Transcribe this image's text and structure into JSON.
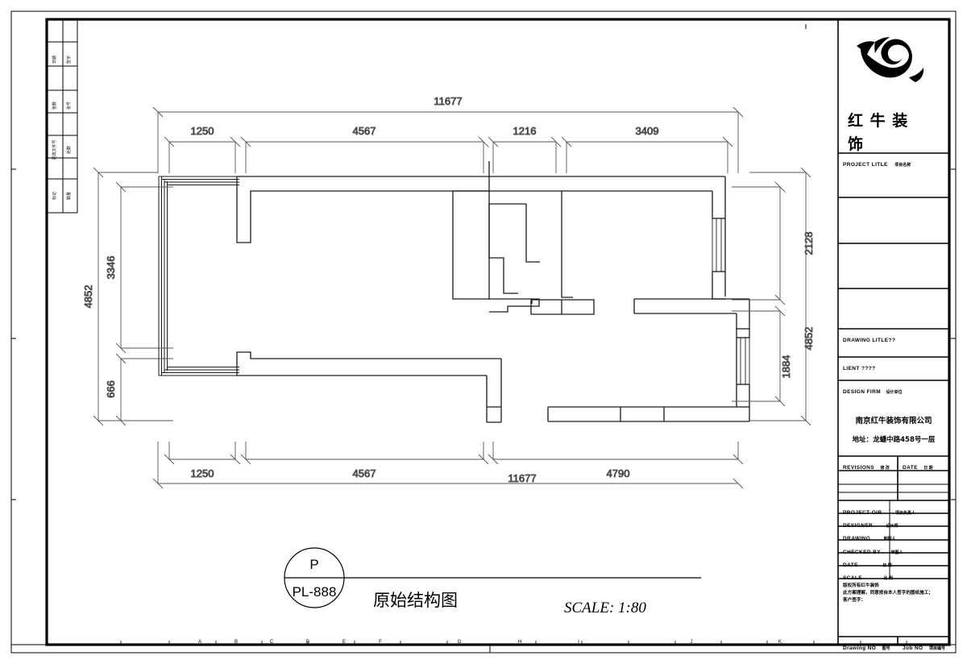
{
  "drawing": {
    "title_cn": "原始结构图",
    "scale_note": "SCALE:  1:80",
    "tag_top": "P",
    "tag_bottom": "PL-888"
  },
  "dimensions": {
    "top_total": "11677",
    "top_segments": [
      "1250",
      "4567",
      "1216",
      "3409"
    ],
    "bottom_total": "11677",
    "bottom_segments": [
      "1250",
      "4567",
      "4790"
    ],
    "left_total": "4852",
    "left_segments": [
      "3346",
      "666"
    ],
    "right_total": "4852",
    "right_segments": [
      "2128",
      "1884"
    ]
  },
  "logo": {
    "line1": "红  牛  装",
    "line2": "饰"
  },
  "titleblock": {
    "project_title": {
      "en": "PROJECT LITLE",
      "cn": "项目名称"
    },
    "drawing_title": {
      "en": "DRAWING LITLE??",
      "cn": ""
    },
    "client": {
      "en": "LIENT ????",
      "cn": ""
    },
    "design_firm": {
      "en": "DESIGN FIRM",
      "cn": "设计单位"
    },
    "company_name": "南京红牛装饰有限公司",
    "company_address": "地址：龙蟠中路458号一层",
    "revisions_header": {
      "en": "REVISIONS",
      "cn": "修 改"
    },
    "date_header": {
      "en": "DATE",
      "cn": "日 期"
    },
    "rows": [
      {
        "en": "PROJECT OIR",
        "cn": "项目负责人",
        "value": ""
      },
      {
        "en": "DESIGNER",
        "cn": "设计师",
        "value": ""
      },
      {
        "en": "DRAWING",
        "cn": "制图人",
        "value": ""
      },
      {
        "en": "CHECKED BY",
        "cn": "审图人",
        "value": ""
      },
      {
        "en": "DATE",
        "cn": "日  期",
        "value": ""
      },
      {
        "en": "SCALE",
        "cn": "比  例",
        "value": ""
      }
    ],
    "notes": [
      "版权所有红牛装饰",
      "此方案理解，同意按自本人签字的图纸施工；",
      "客户签字："
    ],
    "drawing_no": {
      "en": "Drawing NO",
      "cn": "图号"
    },
    "job_no": {
      "en": "Job NO",
      "cn": "项目编号"
    }
  },
  "margins": {
    "bottom_letters": [
      "A",
      "B",
      "C",
      "D",
      "E",
      "F",
      "G",
      "H",
      "I",
      "J",
      "K"
    ],
    "left_boxes": [
      {
        "a": "日期",
        "b": "签字"
      },
      {
        "a": "张数",
        "b": "张号"
      },
      {
        "a": "更改文件号",
        "b": "处数"
      },
      {
        "a": "标记",
        "b": "数量"
      }
    ]
  },
  "colors": {
    "ink": "#000000",
    "wall": "#1a1a1a",
    "thin": "#555555"
  }
}
